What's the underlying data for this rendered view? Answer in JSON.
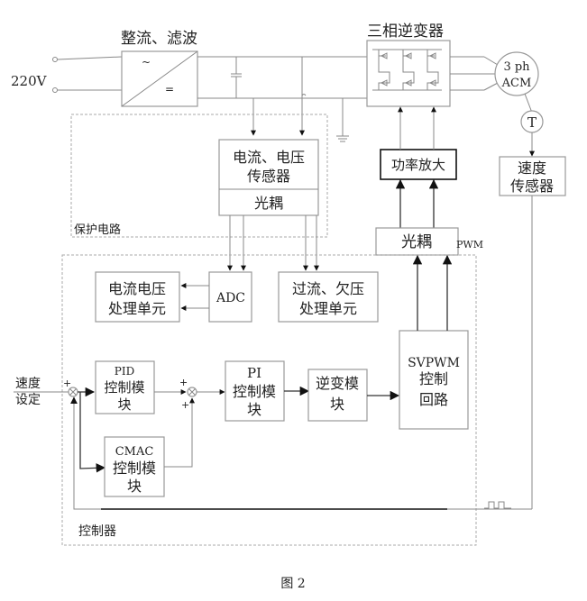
{
  "figure": {
    "caption": "图 2",
    "power_input": {
      "label": "220V"
    },
    "rectifier": {
      "title": "整流、滤波",
      "ac_symbol": "~",
      "dc_symbol": "="
    },
    "inverter": {
      "title": "三相逆变器"
    },
    "motor": {
      "line1": "3 ph",
      "line2": "ACM"
    },
    "tacho": {
      "label": "T"
    },
    "speed_sensor": {
      "line1": "速度",
      "line2": "传感器"
    },
    "power_amp": {
      "label": "功率放大"
    },
    "optocoupler_pwm": {
      "label": "光耦",
      "signal_label": "PWM"
    },
    "protection_circuit": {
      "label": "保护电路",
      "sensor": {
        "line1": "电流、电压",
        "line2": "传感器",
        "optocoupler": "光耦"
      }
    },
    "controller": {
      "label": "控制器",
      "adc": {
        "label": "ADC"
      },
      "iv_processing": {
        "line1": "电流电压",
        "line2": "处理单元"
      },
      "fault_processing": {
        "line1": "过流、欠压",
        "line2": "处理单元"
      },
      "speed_setpoint": {
        "line1": "速度",
        "line2": "设定"
      },
      "pid": {
        "line1": "PID",
        "line2": "控制模",
        "line3": "块"
      },
      "cmac": {
        "line1": "CMAC",
        "line2": "控制模",
        "line3": "块"
      },
      "pi": {
        "line1": "PI",
        "line2": "控制模",
        "line3": "块"
      },
      "inverse": {
        "line1": "逆变模",
        "line2": "块"
      },
      "svpwm": {
        "line1": "SVPWM",
        "line2": "控制",
        "line3": "回路"
      },
      "summer1": {
        "plus_top": "+"
      },
      "summer2": {
        "plus_top": "+",
        "plus_bottom": "+"
      }
    }
  }
}
